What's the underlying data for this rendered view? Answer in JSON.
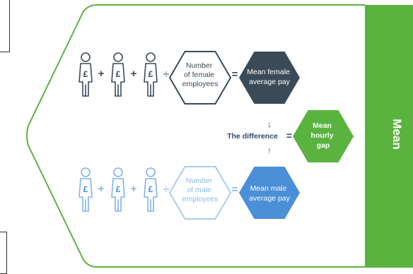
{
  "colors": {
    "green": "#5ab33f",
    "female_dark": "#3b4a57",
    "female_outline": "#3b4a57",
    "male_blue": "#4a8fd8",
    "male_outline": "#7fb3ea",
    "male_hex_outline": "#a9cdf0",
    "label_dark": "#2c4a6e"
  },
  "icons": {
    "person": "person-pound-icon",
    "arrow_down": "arrow-down-icon",
    "arrow_up": "arrow-up-icon"
  },
  "sidebar": {
    "label": "Mean"
  },
  "female_row": {
    "person_symbol": "£",
    "plus": "+",
    "divide": "÷",
    "equals": "=",
    "divisor_label": [
      "Number",
      "of female",
      "employees"
    ],
    "result_label": [
      "Mean female",
      "average pay"
    ]
  },
  "male_row": {
    "person_symbol": "£",
    "plus": "+",
    "divide": "÷",
    "equals": "=",
    "divisor_label": [
      "Number",
      "of male",
      "employees"
    ],
    "result_label": [
      "Mean male",
      "average pay"
    ]
  },
  "difference": {
    "label": "The difference",
    "equals": "=",
    "arrow_down": "↓",
    "arrow_up": "↑",
    "result_label": [
      "Mean",
      "hourly",
      "gap"
    ]
  }
}
